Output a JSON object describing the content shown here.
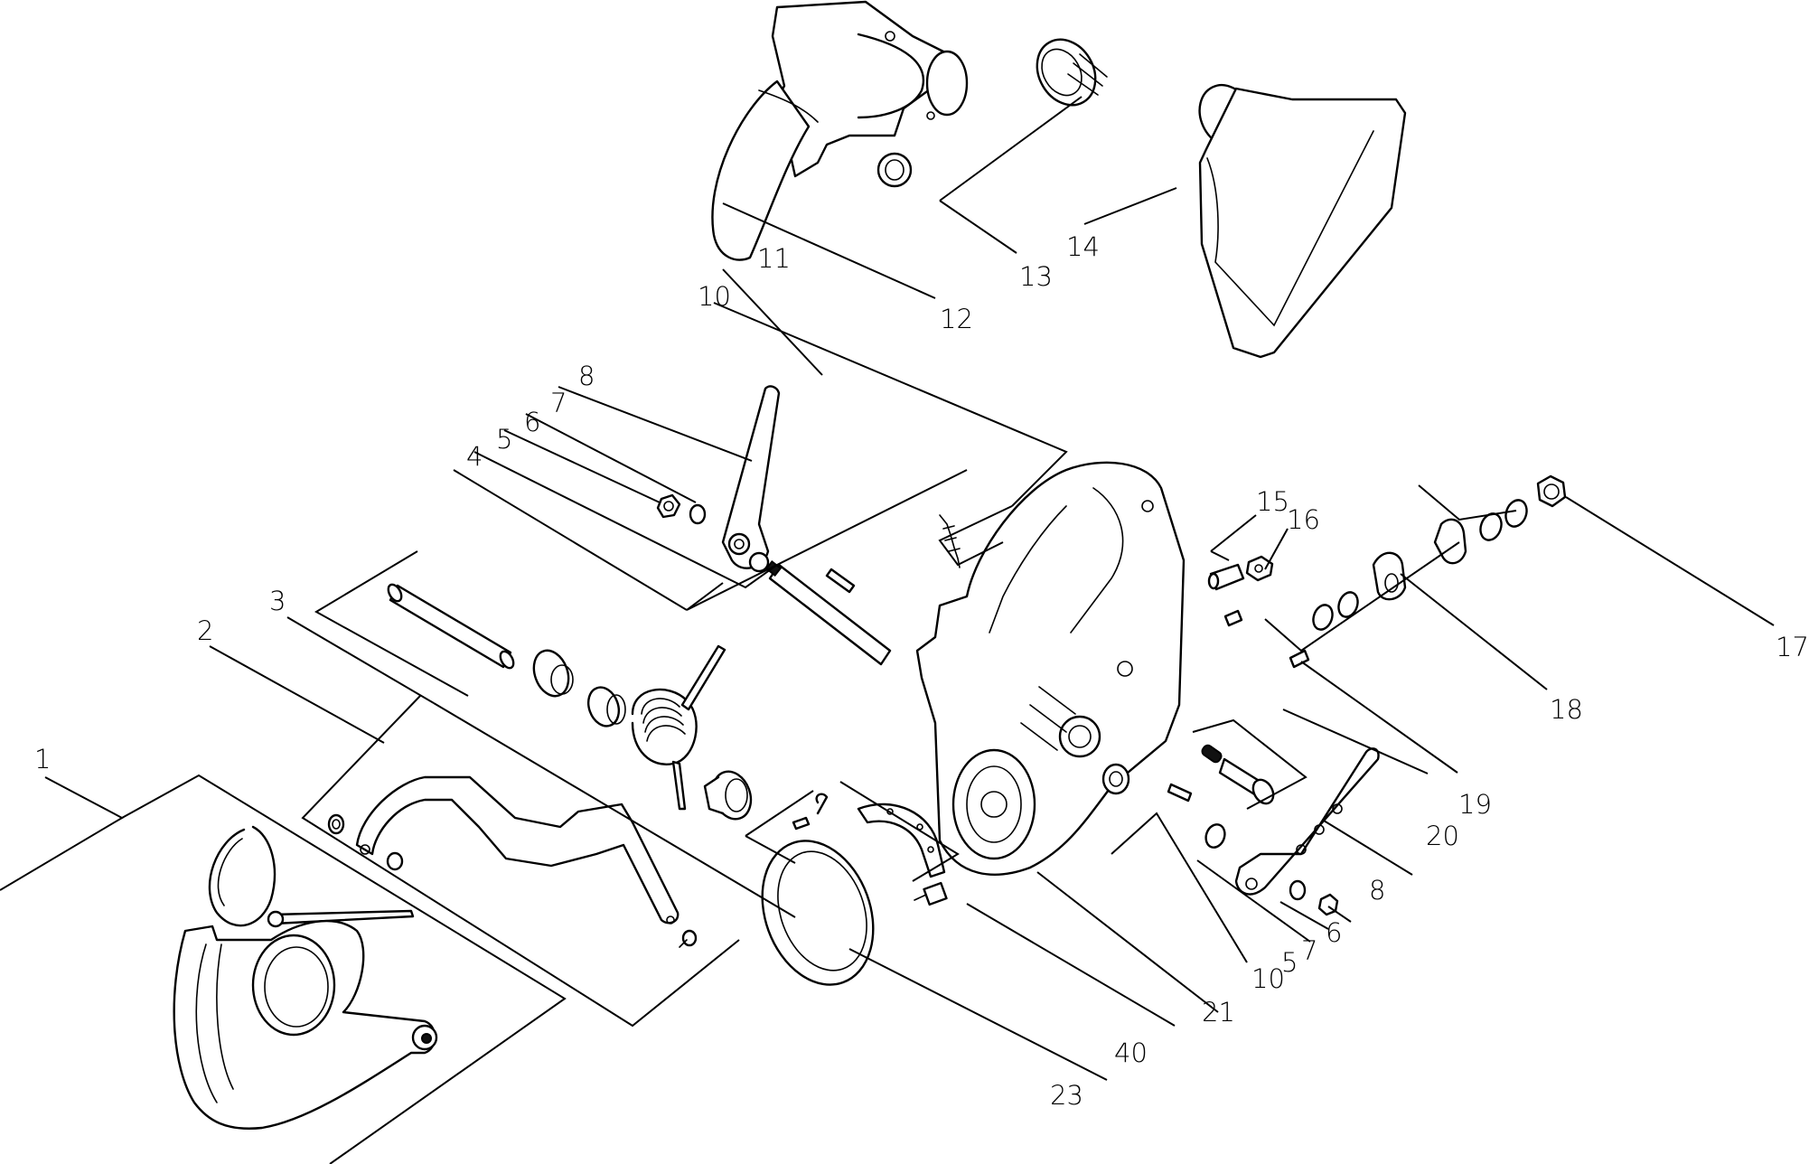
{
  "diagram": {
    "type": "exploded-parts-view",
    "callouts": {
      "c1": "1",
      "c2": "2",
      "c3": "3",
      "c4": "4",
      "c5a": "5",
      "c6a": "6",
      "c7a": "7",
      "c8a": "8",
      "c10a": "10",
      "c11": "11",
      "c12": "12",
      "c13": "13",
      "c14": "14",
      "c15": "15",
      "c16": "16",
      "c17": "17",
      "c18": "18",
      "c19": "19",
      "c20": "20",
      "c8b": "8",
      "c6b": "6",
      "c7b": "7",
      "c5b": "5",
      "c10b": "10",
      "c21": "21",
      "c40": "40",
      "c23": "23"
    }
  }
}
